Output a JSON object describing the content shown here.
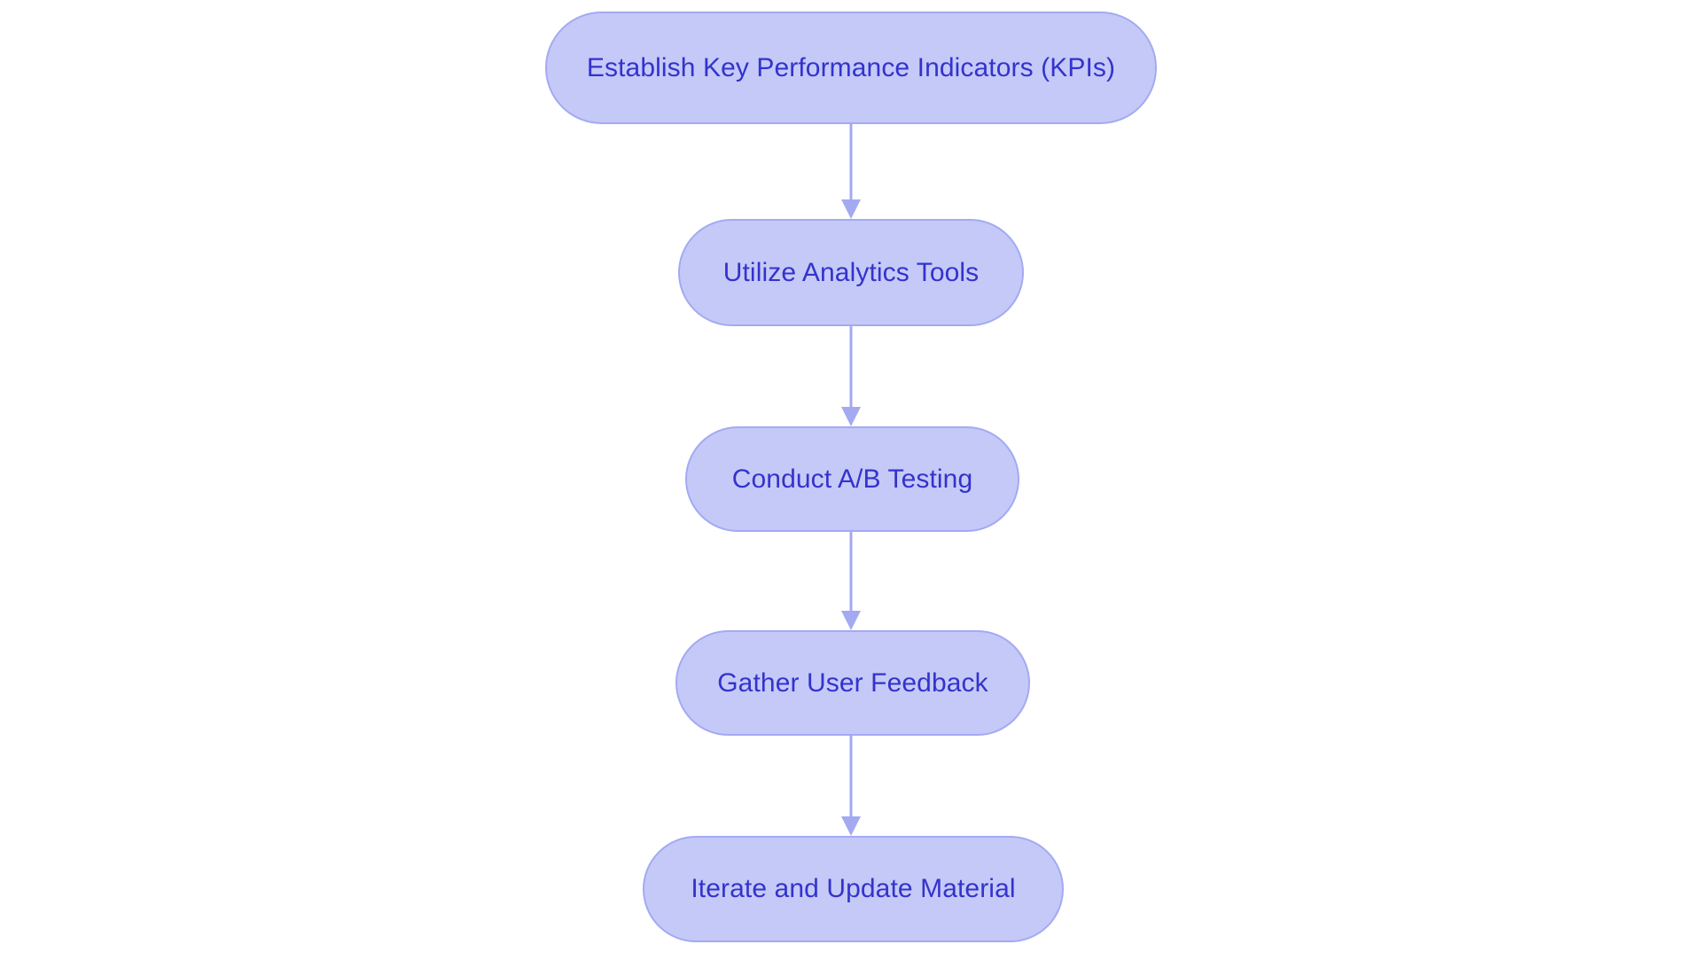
{
  "diagram": {
    "type": "flowchart",
    "orientation": "vertical-top-to-bottom",
    "background_color": "#ffffff",
    "node_fill_color": "#c5c9f8",
    "node_border_color": "#a3aaf2",
    "node_text_color": "#3333cc",
    "connector_color": "#a3aaf2",
    "node_shape": "pill",
    "nodes": [
      {
        "id": "kpi",
        "label": "Establish Key Performance Indicators (KPIs)"
      },
      {
        "id": "analytics",
        "label": "Utilize Analytics Tools"
      },
      {
        "id": "abtest",
        "label": "Conduct A/B Testing"
      },
      {
        "id": "feedback",
        "label": "Gather User Feedback"
      },
      {
        "id": "iterate",
        "label": "Iterate and Update Material"
      }
    ],
    "connectors": [
      {
        "id": "kpi-to-analytics",
        "from": "kpi",
        "to": "analytics",
        "arrow": "arrow-down-icon"
      },
      {
        "id": "analytics-to-abtest",
        "from": "analytics",
        "to": "abtest",
        "arrow": "arrow-down-icon"
      },
      {
        "id": "abtest-to-feedback",
        "from": "abtest",
        "to": "feedback",
        "arrow": "arrow-down-icon"
      },
      {
        "id": "feedback-to-iterate",
        "from": "feedback",
        "to": "iterate",
        "arrow": "arrow-down-icon"
      }
    ]
  }
}
